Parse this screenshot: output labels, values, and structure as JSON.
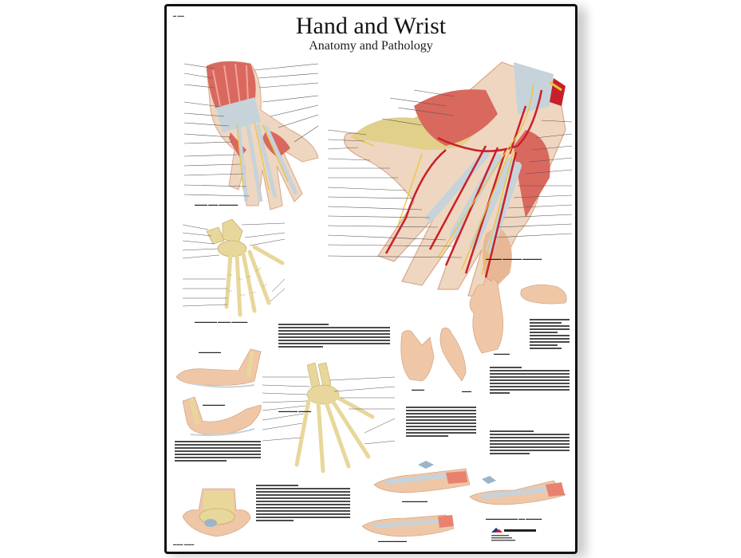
{
  "poster": {
    "title": "Hand and Wrist",
    "subtitle": "Anatomy and Pathology",
    "border_color": "#111111",
    "background_color": "#ffffff"
  },
  "illustrations": [
    {
      "id": "palmar-muscles-small",
      "name": "Hand palmar view with muscles and tendons (small)"
    },
    {
      "id": "palmar-vessels-large",
      "name": "Hand palmar view with arteries and nerves (large)"
    },
    {
      "id": "skeleton-dorsal",
      "name": "Hand skeleton dorsal view"
    },
    {
      "id": "wrist-flexion",
      "name": "Wrist fracture position 1"
    },
    {
      "id": "wrist-extension",
      "name": "Wrist fracture position 2"
    },
    {
      "id": "skeleton-palmar",
      "name": "Hand skeleton palmar view"
    },
    {
      "id": "pathology-hands",
      "name": "Hand deformity illustrations"
    },
    {
      "id": "finger-sections",
      "name": "Finger longitudinal sections"
    },
    {
      "id": "carpal-tunnel",
      "name": "Carpal tunnel cross-section"
    }
  ],
  "colors": {
    "muscle": "#d9685e",
    "artery": "#c8202a",
    "nerve": "#e9c53c",
    "tendon": "#c6d3da",
    "bone": "#e8d79a",
    "skin": "#efc7a6",
    "text": "#222222"
  }
}
